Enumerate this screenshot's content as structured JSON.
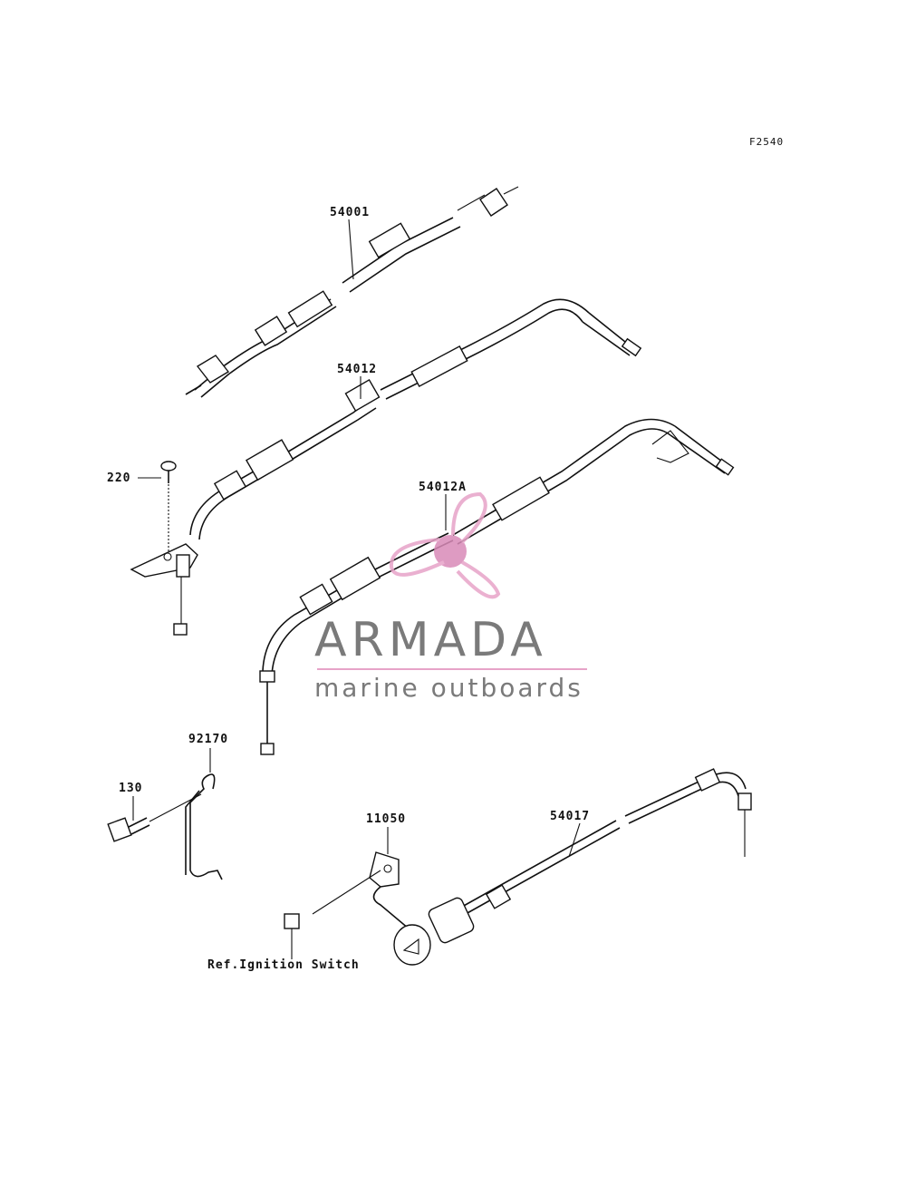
{
  "figure_code": "F2540",
  "callouts": {
    "p54001": "54001",
    "p54012": "54012",
    "p220": "220",
    "p54012A": "54012A",
    "p92170": "92170",
    "p130": "130",
    "p11050": "11050",
    "p54017": "54017"
  },
  "reference_note": "Ref.Ignition Switch",
  "watermark": {
    "brand": "ARMADA",
    "tagline": "marine outboards",
    "logo": "propeller-logo",
    "accent_color": "#e7a3c8",
    "text_color": "#7a7a7a"
  }
}
